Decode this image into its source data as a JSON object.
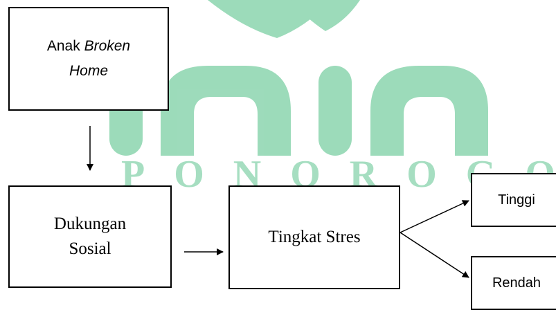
{
  "watermark": {
    "text": "PONOROGO",
    "color": "#3cb878",
    "logo_text": "iain"
  },
  "nodes": {
    "anak": {
      "line1": "Anak ",
      "line1_italic": "Broken",
      "line2_italic": "Home"
    },
    "dukungan": {
      "line1": "Dukungan",
      "line2": "Sosial"
    },
    "tingkat": {
      "label": "Tingkat Stres"
    },
    "tinggi": {
      "label": "Tinggi"
    },
    "rendah": {
      "label": "Rendah"
    }
  },
  "edges": [
    {
      "from": "anak",
      "to": "dukungan"
    },
    {
      "from": "dukungan",
      "to": "tingkat"
    },
    {
      "from": "tingkat",
      "to": "tinggi"
    },
    {
      "from": "tingkat",
      "to": "rendah"
    }
  ]
}
